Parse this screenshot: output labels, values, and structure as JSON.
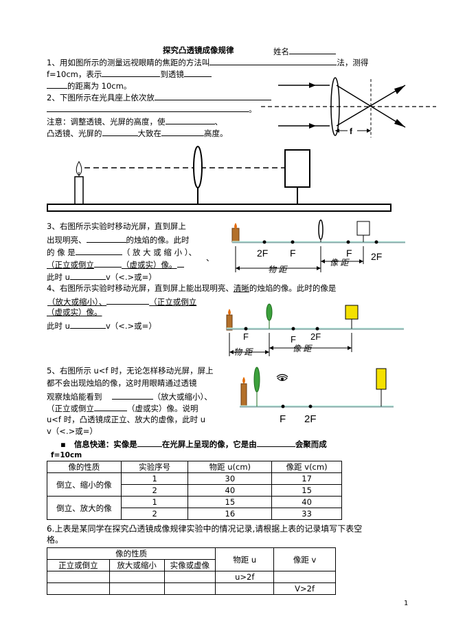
{
  "header": {
    "title": "探究凸透镜成像规律",
    "name_label": "姓名"
  },
  "q1": {
    "part_a": "1、用如图所示的测量远视眼睛的焦距的方法叫",
    "part_b": "法，测得",
    "part_c": "f=10cm，表示",
    "part_d": "到透镜",
    "part_e": "的距离为 10cm。"
  },
  "q2": {
    "text": "2、下图所示在光具座上依次放",
    "dot": "。"
  },
  "note": {
    "part_a": "注意：调整透镜、光屏的高度，使",
    "part_b": "、",
    "part_c": "凸透镜、光屏的",
    "part_d": "大致在",
    "part_e": "高度。"
  },
  "q3": {
    "line1": "3、右图所示实验时移动光屏，直到屏上",
    "line2_a": "出现明亮、",
    "line2_b": "的烛焰的像。此时",
    "line3_a": "的 像 是",
    "line3_b": "（ 放 大 或 缩 小 ）、",
    "line4_a": "（正立或倒立",
    "line4_b": "（虚或实）像。",
    "line5_a": "此时 u",
    "line5_b": "v（<.>或=）",
    "line5_c": "、"
  },
  "q4": {
    "line1_a": "4、右图所示实验时移动光屏，直到屏上能出现明亮、",
    "line1_b": "清晰",
    "line1_c": "的烛焰的像。此时的像是",
    "line2_a": "（放大或缩小）、",
    "line2_b": "（正立或倒立",
    "line3": "（虚或实）像。",
    "line4_a": "此时 u",
    "line4_b": "v（<.>或=）"
  },
  "q5": {
    "line1": "5、右图所示 u<f 时，无论怎样移动光屏，屏上",
    "line2": "都不会出现烛焰的像，这时用眼睛通过透镜",
    "line3_a": "观察烛焰能看到",
    "line3_b": "（放大或缩小）、",
    "line4_a": "（正立或倒立",
    "line4_b": "（虚或实）像。说明",
    "line5": "u<f 时，凸透镜成正立、放大的虚像，此时 u",
    "line6": "v（<.>或=）"
  },
  "info": {
    "bullet": "▪",
    "part_a": "信息快递：实像是",
    "part_b": "在光屏上呈现的像，它是由",
    "part_c": "会聚而成",
    "focal": "f=10cm"
  },
  "table1": {
    "headers": [
      "像的性质",
      "实验序号",
      "物距 u(cm)",
      "像距 v(cm)"
    ],
    "groups": [
      {
        "label": "倒立、缩小的像",
        "rows": [
          [
            "1",
            "30",
            "17"
          ],
          [
            "2",
            "40",
            "15"
          ]
        ]
      },
      {
        "label": "倒立、放大的像",
        "rows": [
          [
            "1",
            "15",
            "40"
          ],
          [
            "2",
            "16",
            "33"
          ]
        ]
      }
    ]
  },
  "q6": {
    "line1": "6.上表是某同学在探究凸透镜成像规律实验中的情况记录,请根据上表的记录填写下表空",
    "line2": "格。"
  },
  "table2": {
    "group_header": "像的性质",
    "sub_headers": [
      "正立或倒立",
      "放大或缩小",
      "实像或虚像"
    ],
    "col_u": "物距 u",
    "col_v": "像距 v",
    "row1_u": "u>2f",
    "row2_v": "V>2f"
  },
  "diagram_labels": {
    "f": "f",
    "two_f": "2F",
    "F": "F",
    "object_distance": "物 距",
    "image_distance": "像 距"
  },
  "page_number": "1"
}
